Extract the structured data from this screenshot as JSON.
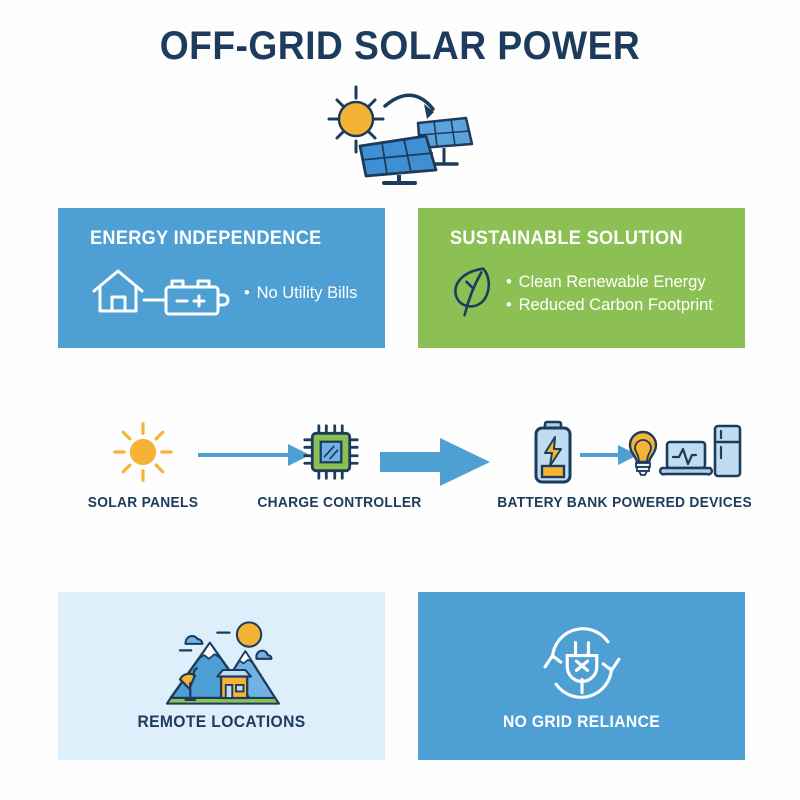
{
  "title": "OFF-GRID SOLAR POWER",
  "colors": {
    "navy": "#1d3b5c",
    "blue": "#4d9fd4",
    "green": "#8cc055",
    "pale_blue": "#ddeffb",
    "yellow": "#f5b335",
    "light_blue_fill": "#a9cfe9",
    "background": "#fefefe"
  },
  "hero": {
    "icon": "sun-arrow-solar-panels-icon"
  },
  "benefit_cards": [
    {
      "heading": "ENERGY INDEPENDENCE",
      "icon": "house-battery-icon",
      "bullets": [
        "No Utility Bills"
      ],
      "background": "#4d9fd4"
    },
    {
      "heading": "SUSTAINABLE SOLUTION",
      "icon": "leaf-icon",
      "bullets": [
        "Clean Renewable Energy",
        "Reduced Carbon Footprint"
      ],
      "background": "#8cc055"
    }
  ],
  "flow": {
    "stages": [
      {
        "label": "SOLAR PANELS",
        "icon": "sun-icon"
      },
      {
        "label": "CHARGE CONTROLLER",
        "icon": "microchip-icon"
      },
      {
        "label": "BATTERY BANK",
        "icon": "battery-charging-icon"
      },
      {
        "label": "POWERED DEVICES",
        "icon": "bulb-laptop-fridge-icon"
      }
    ],
    "arrows": [
      {
        "name": "arrow-thin-1",
        "style": "thin"
      },
      {
        "name": "arrow-thick",
        "style": "thick"
      },
      {
        "name": "arrow-thin-2",
        "style": "thin"
      }
    ]
  },
  "feature_cards": [
    {
      "label": "REMOTE LOCATIONS",
      "icon": "mountain-cabin-satellite-icon",
      "background": "#ddeffb"
    },
    {
      "label": "NO GRID RELIANCE",
      "icon": "plug-disconnected-cycle-icon",
      "background": "#4d9fd4"
    }
  ]
}
